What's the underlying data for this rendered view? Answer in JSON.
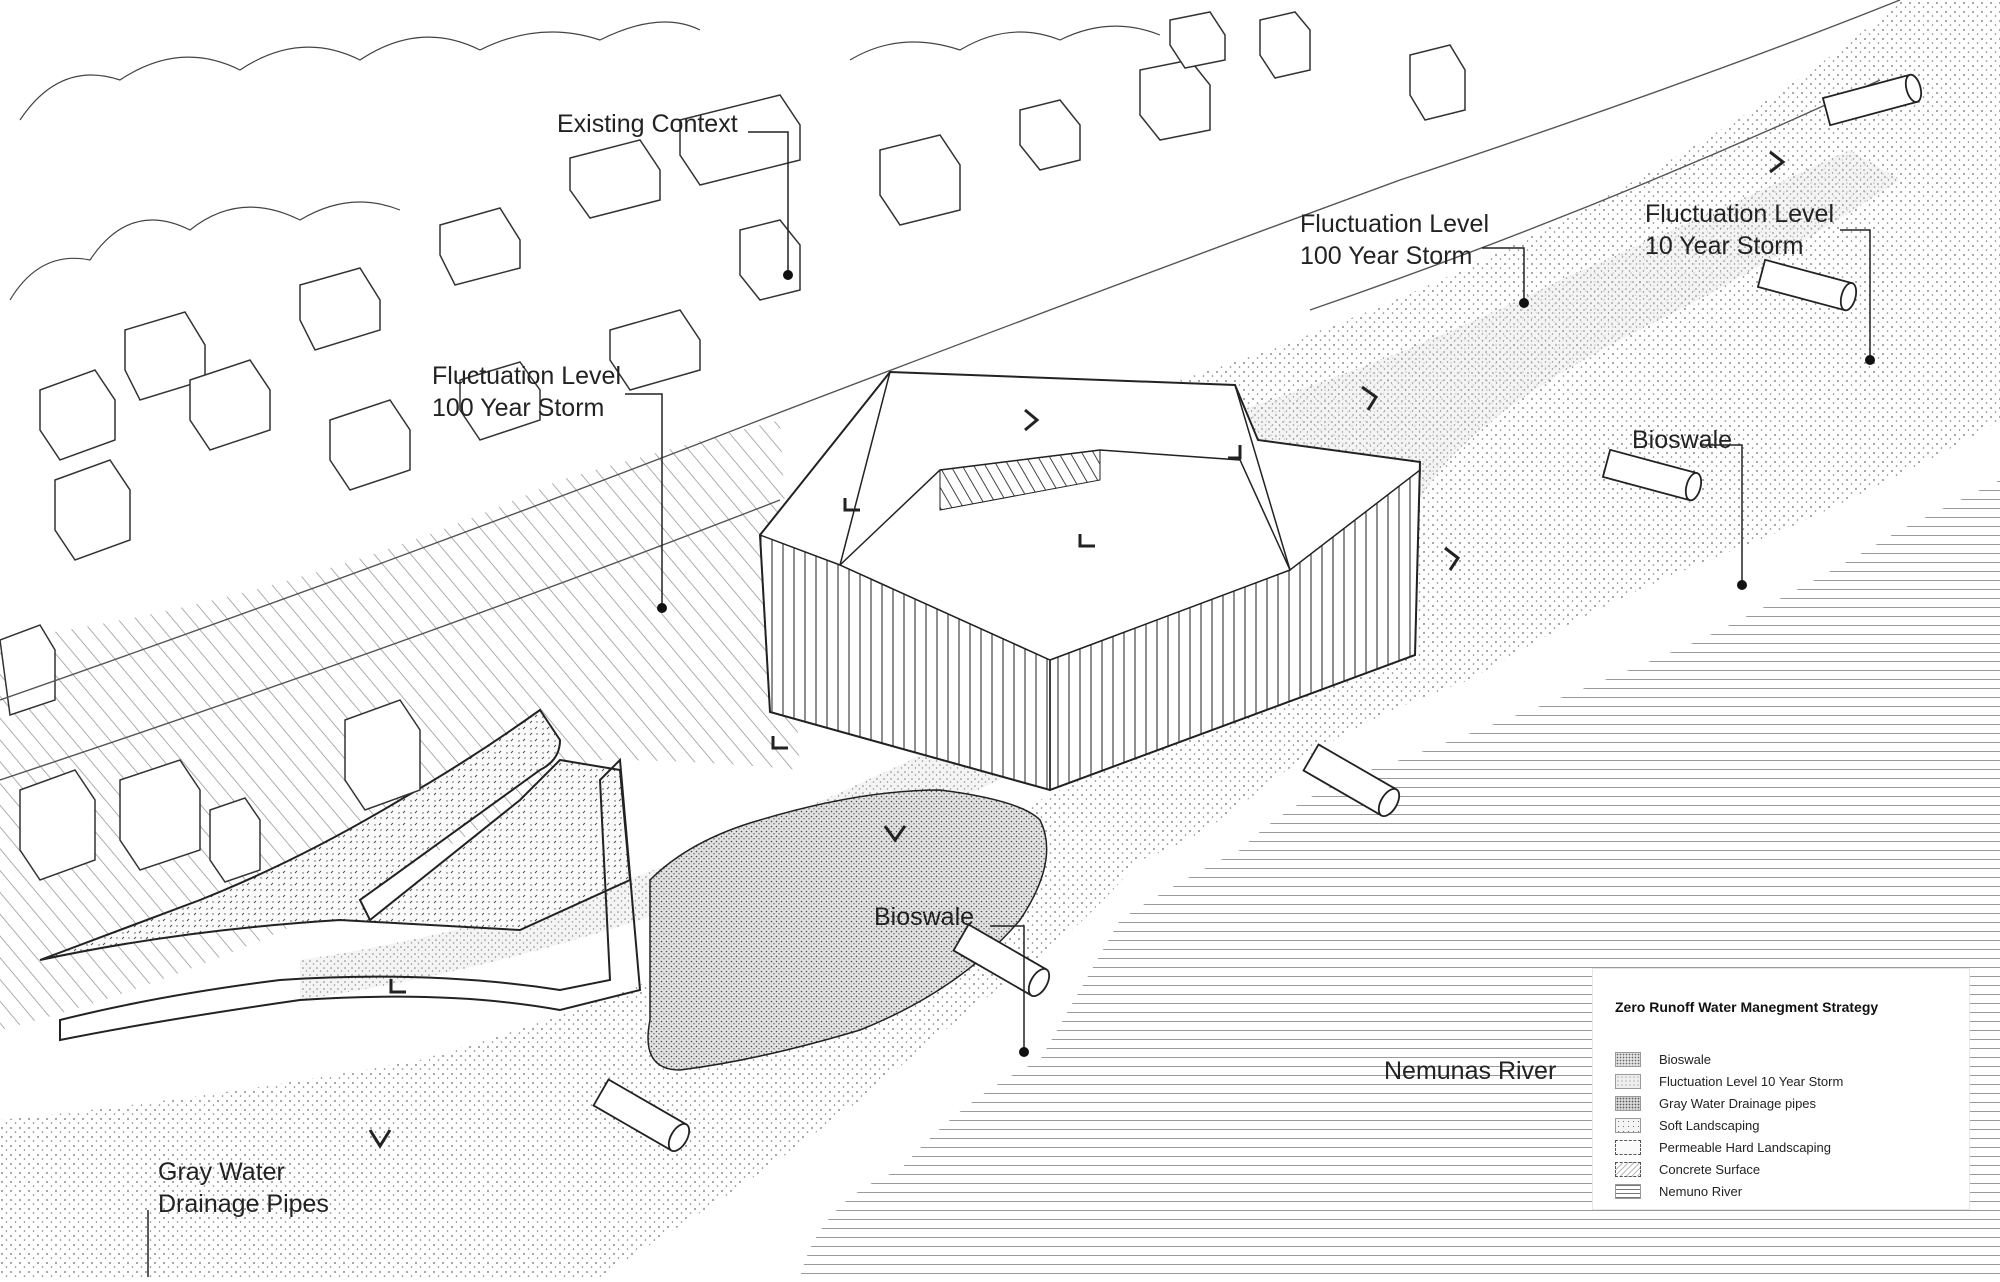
{
  "annotations": {
    "existing_context": "Existing Context",
    "fluct_left_line1": "Fluctuation Level",
    "fluct_left_line2": "100 Year Storm",
    "fluct_mid_line1": "Fluctuation  Level",
    "fluct_mid_line2": "100 Year Storm",
    "fluct_right_line1": "Fluctuation Level",
    "fluct_right_line2": "10 Year Storm",
    "bioswale_right": "Bioswale",
    "bioswale_center": "Bioswale",
    "gray_water_line1": "Gray Water",
    "gray_water_line2": "Drainage Pipes",
    "river": "Nemunas River"
  },
  "legend": {
    "title": "Zero Runoff Water Manegment Strategy",
    "items": [
      {
        "label": "Bioswale",
        "pattern": "fine-dots"
      },
      {
        "label": "Fluctuation Level 10 Year Storm",
        "pattern": "light-dots"
      },
      {
        "label": "Gray Water Drainage pipes",
        "pattern": "dense-dots"
      },
      {
        "label": "Soft Landscaping",
        "pattern": "sparse-dots"
      },
      {
        "label": "Permeable Hard Landscaping",
        "pattern": "dashed"
      },
      {
        "label": "Concrete Surface",
        "pattern": "dashed-hatch"
      },
      {
        "label": "Nemuno River",
        "pattern": "horizontal-lines"
      }
    ]
  },
  "colors": {
    "line": "#222222",
    "hatch": "#9a9a9a",
    "stipple": "#555555",
    "background": "#ffffff"
  }
}
